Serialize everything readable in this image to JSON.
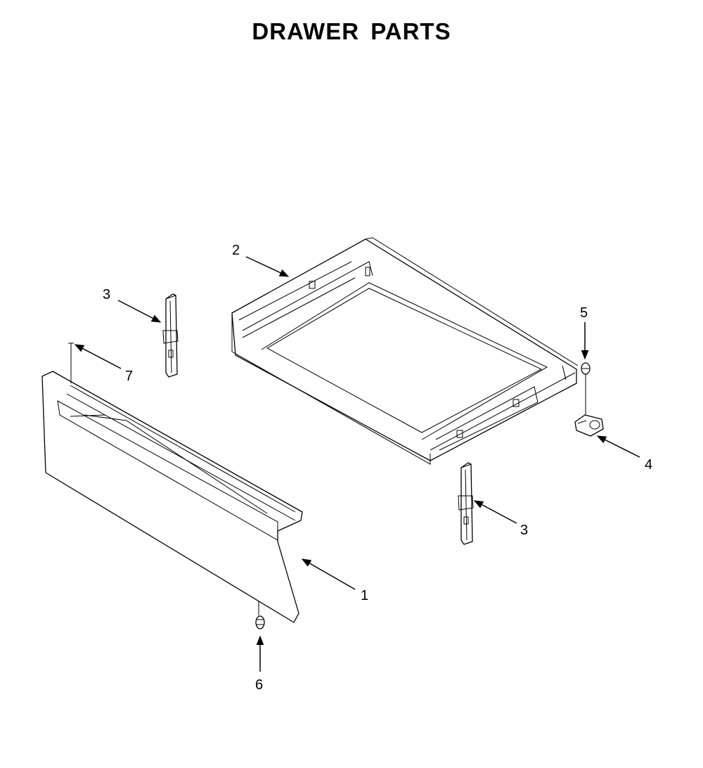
{
  "title": "DRAWER PARTS",
  "callouts": {
    "front_panel": "1",
    "drawer_body": "2",
    "glide_left": "3",
    "glide_right": "3",
    "roller": "4",
    "screw": "5",
    "bottom_screw": "6",
    "top_screw": "7"
  }
}
